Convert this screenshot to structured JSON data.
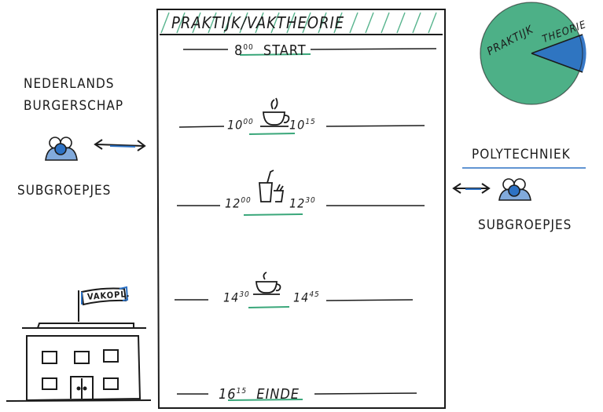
{
  "header": {
    "title": "PRAKTIJK/VAKTHEORIE"
  },
  "pie": {
    "label_a": "PRAKTIJK",
    "label_b": "THEORIE",
    "color_a": "#3aa77a",
    "color_b": "#2d72c4"
  },
  "left_group": {
    "line1": "NEDERLANDS",
    "line2": "BURGERSCHAP",
    "sub": "SUBGROEPJES",
    "icon": "people-icon"
  },
  "right_group": {
    "title": "POLYTECHNIEK",
    "sub": "SUBGROEPJES",
    "icon": "people-icon"
  },
  "building": {
    "flag": "VAKOPL."
  },
  "timeline": {
    "start": {
      "hour": "8",
      "minutes": "00",
      "label": "START"
    },
    "break1": {
      "from_h": "10",
      "from_m": "00",
      "to_h": "10",
      "to_m": "15",
      "icon": "coffee-cup-icon"
    },
    "lunch": {
      "from_h": "12",
      "from_m": "00",
      "to_h": "12",
      "to_m": "30",
      "icon": "lunch-drink-icon"
    },
    "break2": {
      "from_h": "14",
      "from_m": "30",
      "to_h": "14",
      "to_m": "45",
      "icon": "coffee-cup-icon"
    },
    "end": {
      "hour": "16",
      "minutes": "15",
      "label": "EINDE"
    }
  },
  "colors": {
    "accent_green": "#3aa77a",
    "accent_blue": "#2d72c4",
    "ink": "#1b1b1b"
  }
}
